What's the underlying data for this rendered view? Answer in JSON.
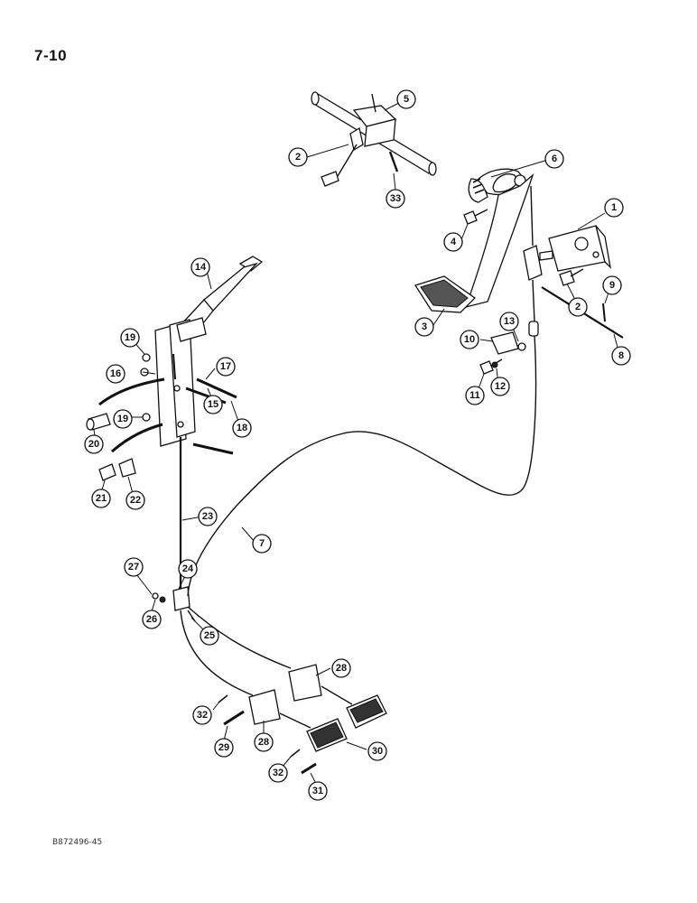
{
  "page_number": "7-10",
  "figure_code": "B872496-45",
  "callouts": [
    {
      "id": "c1",
      "label": "1"
    },
    {
      "id": "c2a",
      "label": "2"
    },
    {
      "id": "c2b",
      "label": "2"
    },
    {
      "id": "c3",
      "label": "3"
    },
    {
      "id": "c4",
      "label": "4"
    },
    {
      "id": "c5",
      "label": "5"
    },
    {
      "id": "c6",
      "label": "6"
    },
    {
      "id": "c7",
      "label": "7"
    },
    {
      "id": "c8",
      "label": "8"
    },
    {
      "id": "c9",
      "label": "9"
    },
    {
      "id": "c10",
      "label": "10"
    },
    {
      "id": "c11",
      "label": "11"
    },
    {
      "id": "c12",
      "label": "12"
    },
    {
      "id": "c13",
      "label": "13"
    },
    {
      "id": "c14",
      "label": "14"
    },
    {
      "id": "c15",
      "label": "15"
    },
    {
      "id": "c16",
      "label": "16"
    },
    {
      "id": "c17",
      "label": "17"
    },
    {
      "id": "c18",
      "label": "18"
    },
    {
      "id": "c19a",
      "label": "19"
    },
    {
      "id": "c19b",
      "label": "19"
    },
    {
      "id": "c20",
      "label": "20"
    },
    {
      "id": "c21",
      "label": "21"
    },
    {
      "id": "c22",
      "label": "22"
    },
    {
      "id": "c23",
      "label": "23"
    },
    {
      "id": "c24",
      "label": "24"
    },
    {
      "id": "c25",
      "label": "25"
    },
    {
      "id": "c26",
      "label": "26"
    },
    {
      "id": "c27",
      "label": "27"
    },
    {
      "id": "c28a",
      "label": "28"
    },
    {
      "id": "c28b",
      "label": "28"
    },
    {
      "id": "c29",
      "label": "29"
    },
    {
      "id": "c30",
      "label": "30"
    },
    {
      "id": "c31",
      "label": "31"
    },
    {
      "id": "c32a",
      "label": "32"
    },
    {
      "id": "c32b",
      "label": "32"
    },
    {
      "id": "c33",
      "label": "33"
    }
  ]
}
